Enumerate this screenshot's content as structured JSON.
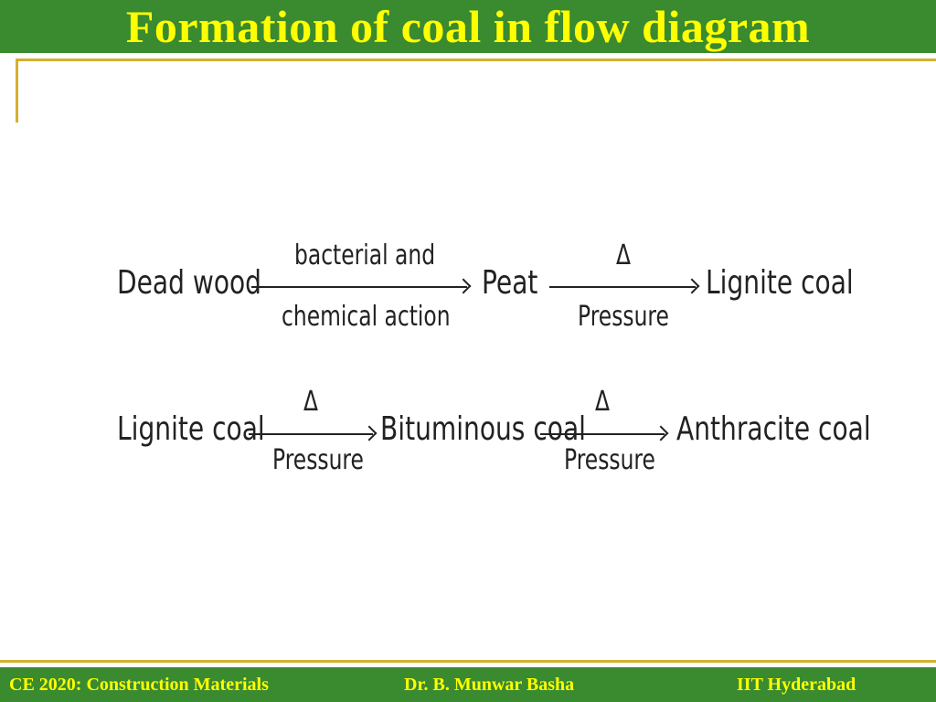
{
  "title": "Formation of  coal in flow diagram",
  "footer": {
    "course": "CE 2020: Construction Materials",
    "author": "Dr. B. Munwar Basha",
    "institute": "IIT Hyderabad"
  },
  "diagram": {
    "row1": {
      "stage1": "Dead wood",
      "arrow1_top": "bacterial and",
      "arrow1_bottom": "chemical  action",
      "stage2": "Peat",
      "arrow2_top": "Δ",
      "arrow2_bottom": "Pressure",
      "stage3": "Lignite coal"
    },
    "row2": {
      "stage1": "Lignite coal",
      "arrow1_top": "Δ",
      "arrow1_bottom": "Pressure",
      "stage2": "Bituminous coal",
      "arrow2_top": "Δ",
      "arrow2_bottom": "Pressure",
      "stage3": "Anthracite coal"
    }
  },
  "colors": {
    "bar_green": "#3a8a2f",
    "title_yellow": "#ffff00",
    "rule_gold": "#d4b030"
  }
}
